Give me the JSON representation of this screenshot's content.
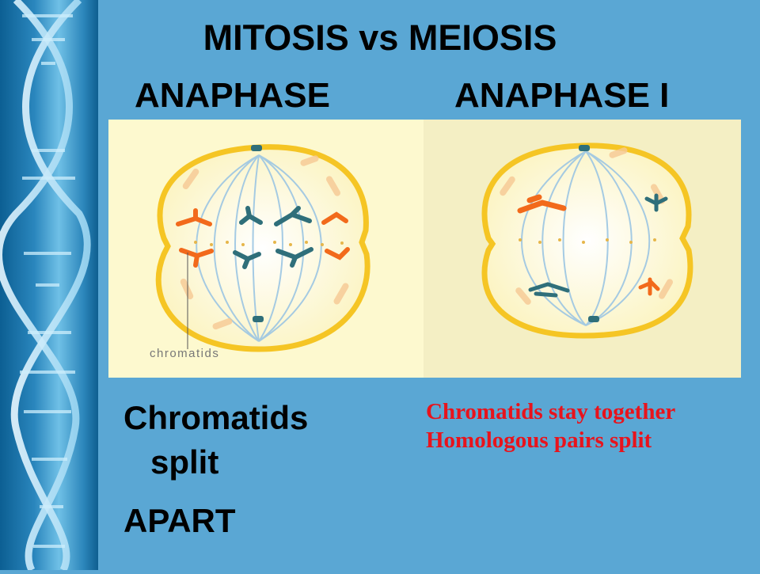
{
  "slide": {
    "title": "MITOSIS vs MEIOSIS",
    "left_phase": "ANAPHASE",
    "right_phase": "ANAPHASE I"
  },
  "diagram": {
    "left_label": "chromatids"
  },
  "captions": {
    "left_line1": "Chromatids",
    "left_line2": "split",
    "left_line3": "APART",
    "right_line1": "Chromatids stay together",
    "right_line2": "Homologous pairs split"
  },
  "colors": {
    "background": "#5aa7d4",
    "caption_red": "#e8131c",
    "chromosome_orange": "#f26a1b",
    "chromosome_teal": "#2f6f7a",
    "cell_yellow": "#f5c524"
  }
}
